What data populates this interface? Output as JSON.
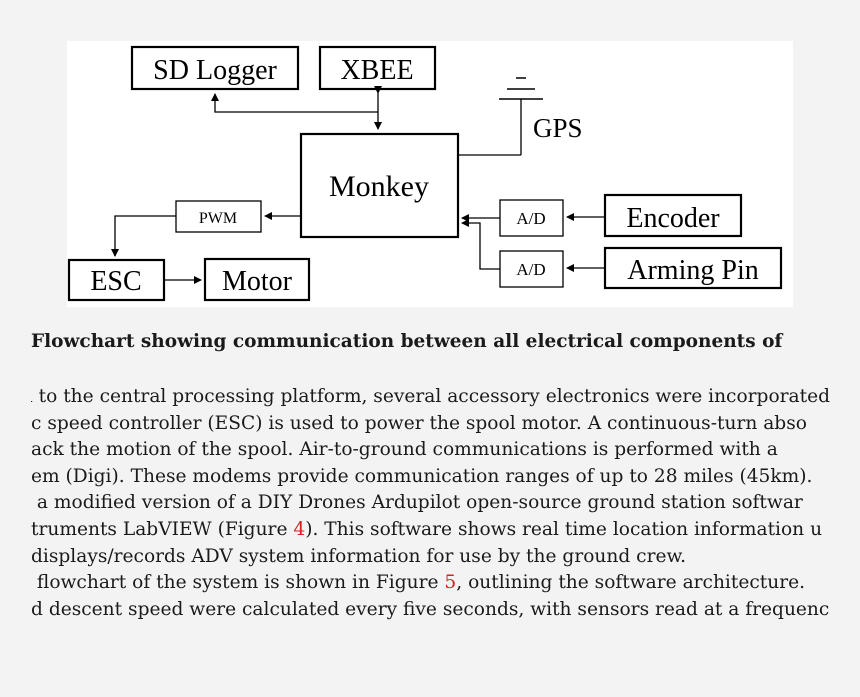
{
  "figure": {
    "boxes": {
      "sd_logger": "SD Logger",
      "xbee": "XBEE",
      "gps": "GPS",
      "monkey": "Monkey",
      "pwm": "PWM",
      "ad_top": "A/D",
      "ad_bottom": "A/D",
      "encoder": "Encoder",
      "arming_pin": "Arming Pin",
      "esc": "ESC",
      "motor": "Motor"
    }
  },
  "caption": "Flowchart showing communication between all electrical components of",
  "body": {
    "line1": "on to the central processing platform, several accessory electronics were incorporated",
    "line2": "c speed controller (ESC) is used to power the spool motor. A continuous-turn abso",
    "line3": "ack the motion of the spool. Air-to-ground communications is performed with a",
    "line4": "em (Digi). These modems provide communication ranges of up to 28 miles (45km).",
    "line5": "a modified version of a DIY Drones Ardupilot open-source ground station softwar",
    "line6_a": "truments LabVIEW (Figure ",
    "line6_ref": "4",
    "line6_b": "). This software shows real time location information u",
    "line7": "displays/records ADV system information for use by the ground crew.",
    "line8_a": "flowchart of the system is shown in Figure ",
    "line8_ref": "5",
    "line8_b": ", outlining the software architecture.",
    "line9": "d descent speed were calculated every five seconds, with sensors read at a frequenc"
  },
  "colors": {
    "reference": "#d42020",
    "background": "#f3f3f3",
    "panel": "#ffffff"
  }
}
